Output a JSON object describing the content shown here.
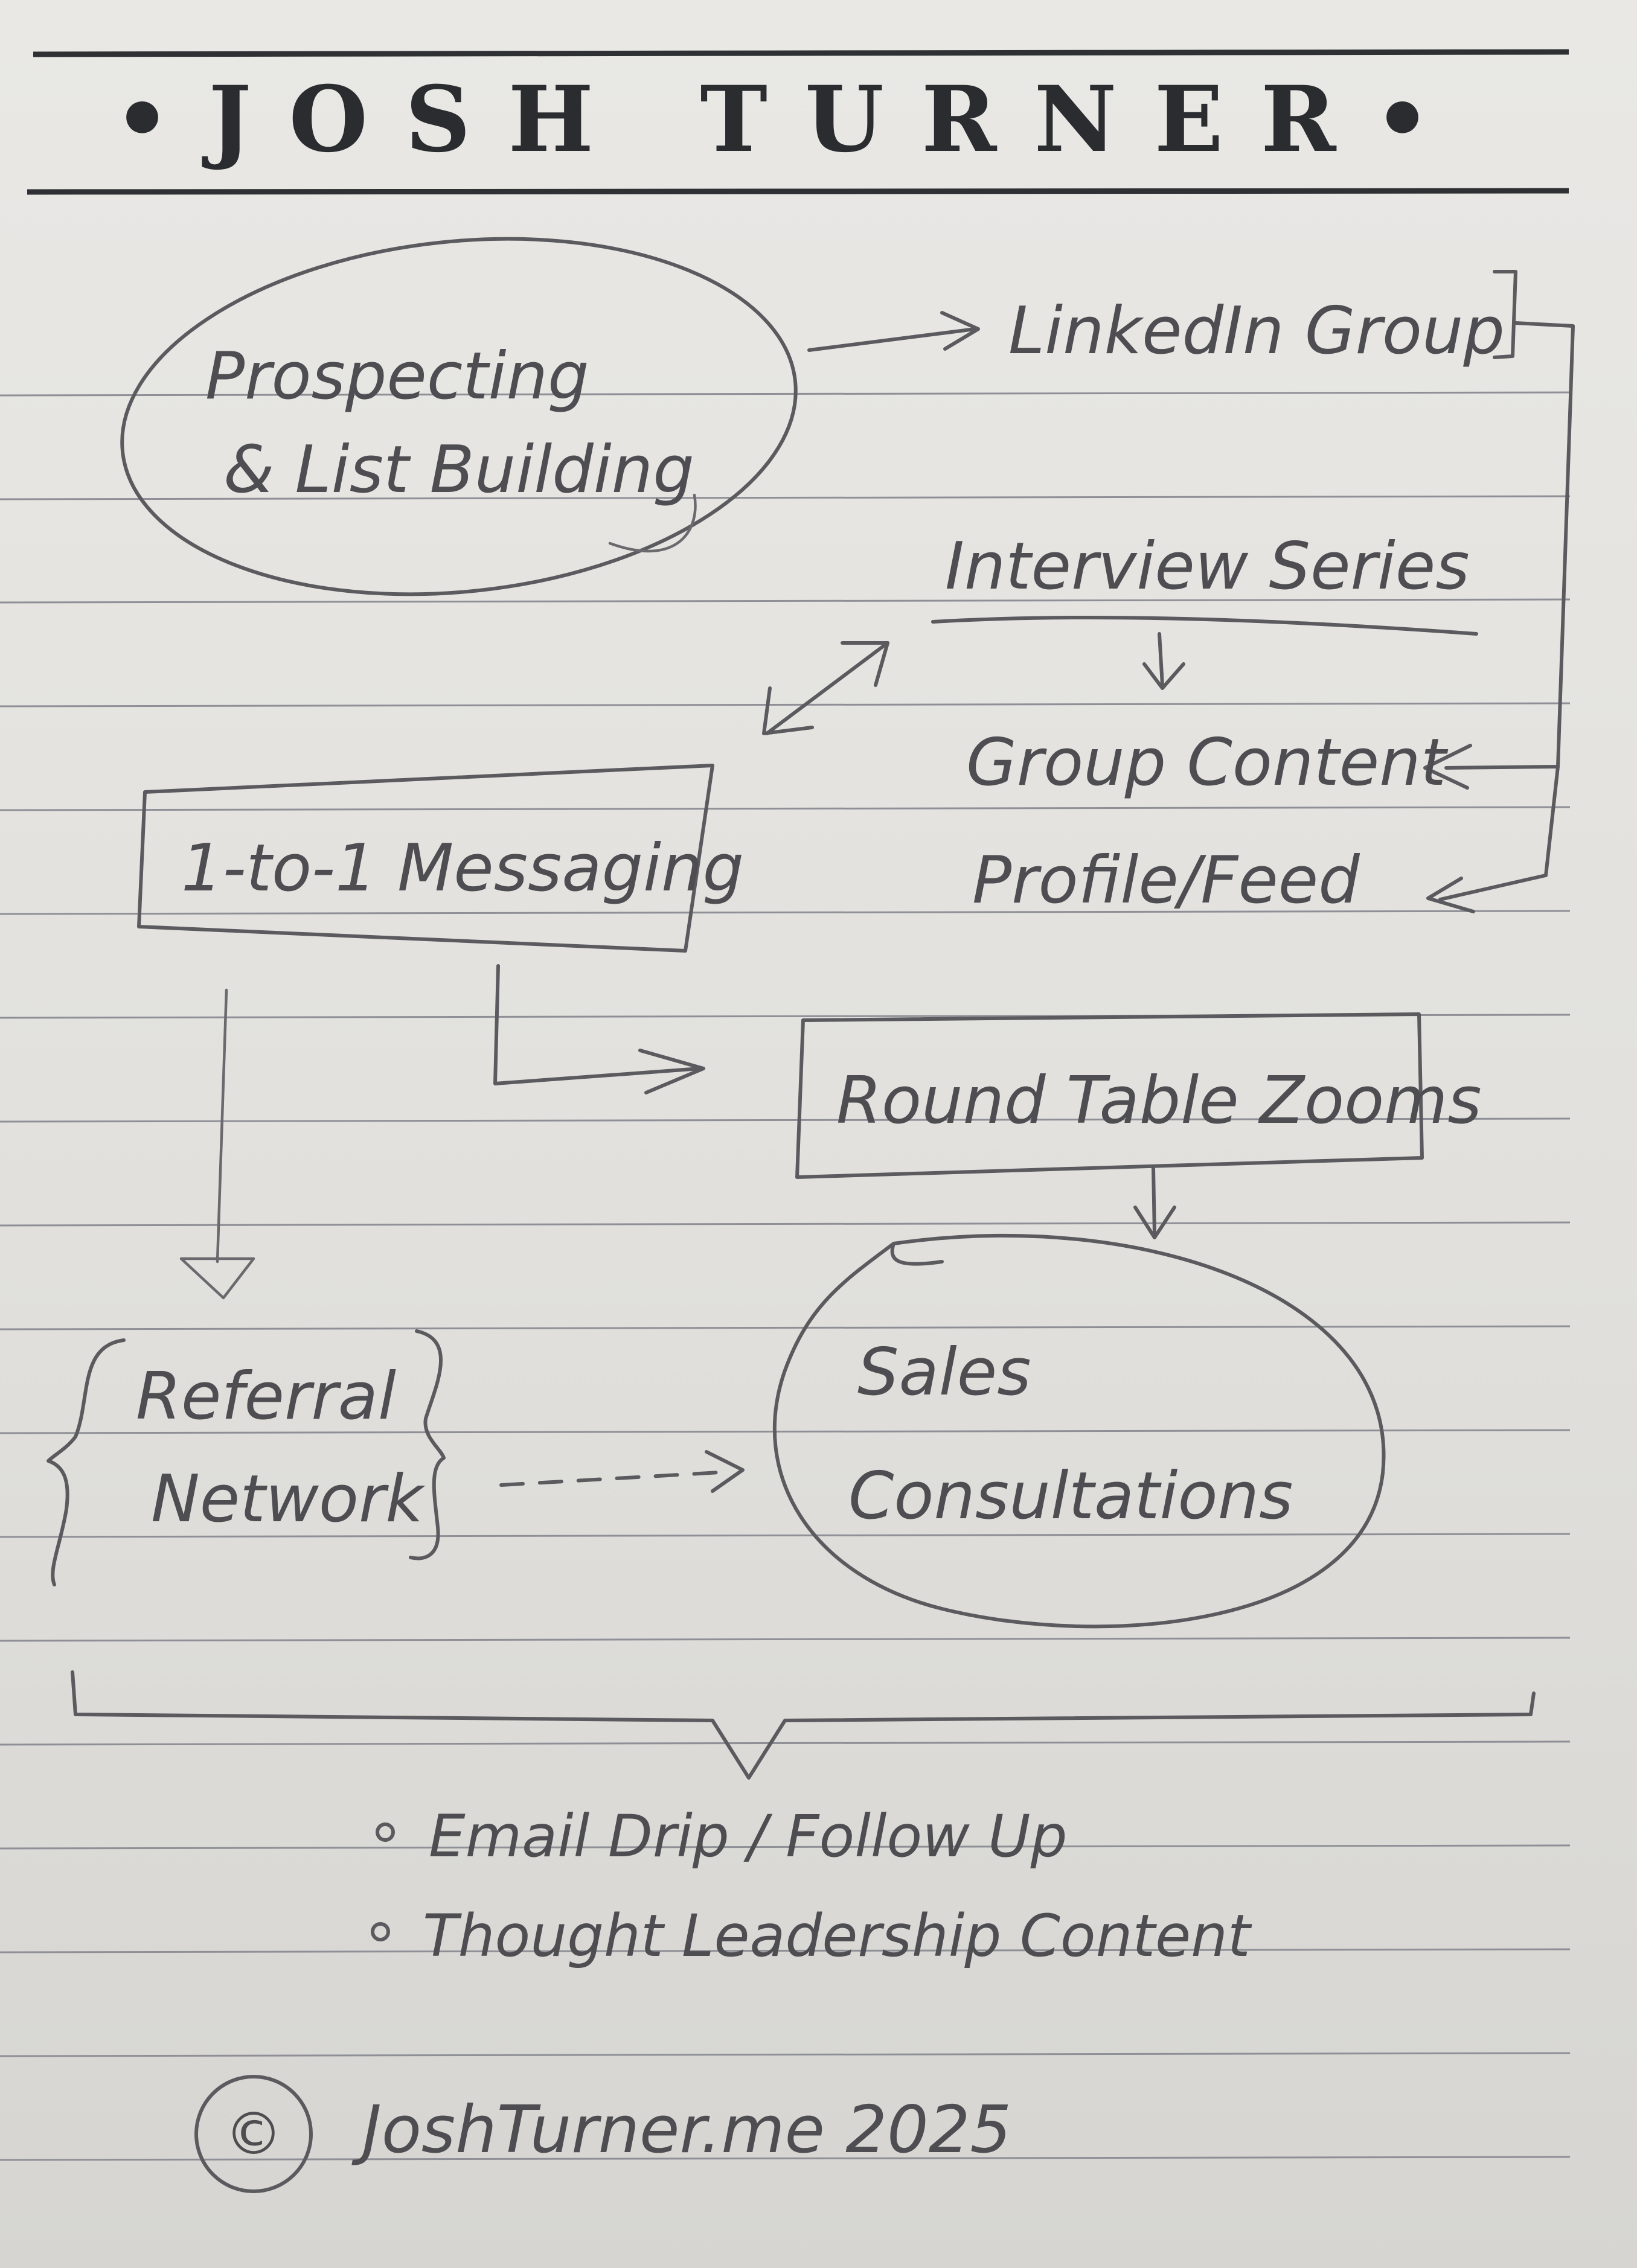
{
  "header": {
    "title": "•JOSH TURNER•"
  },
  "nodes": {
    "prospecting_line1": "Prospecting",
    "prospecting_line2": "& List Building",
    "linkedin_group": "LinkedIn Group",
    "interview_series": "Interview Series",
    "group_content": "Group Content",
    "profile_feed": "Profile/Feed",
    "messaging": "1-to-1 Messaging",
    "round_table": "Round Table Zooms",
    "referral_line1": "Referral",
    "referral_line2": "Network",
    "sales_line1": "Sales",
    "sales_line2": "Consultations"
  },
  "bullets": [
    "Email Drip / Follow Up",
    "Thought Leadership Content"
  ],
  "footer": {
    "copyright_symbol": "©",
    "text": "JoshTurner.me 2025"
  }
}
